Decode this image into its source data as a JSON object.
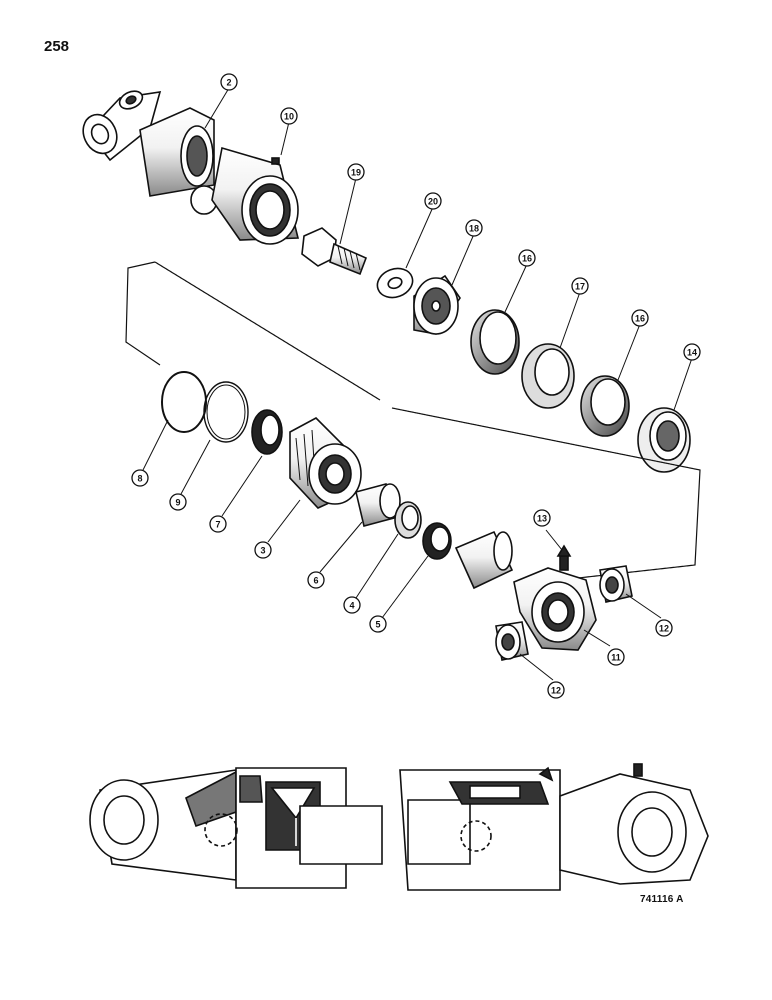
{
  "page_number": "258",
  "figure_code": "741116 A",
  "callouts": [
    {
      "id": "2"
    },
    {
      "id": "10"
    },
    {
      "id": "19"
    },
    {
      "id": "20"
    },
    {
      "id": "18"
    },
    {
      "id": "16a",
      "label": "16"
    },
    {
      "id": "17"
    },
    {
      "id": "16b",
      "label": "16"
    },
    {
      "id": "14"
    },
    {
      "id": "8"
    },
    {
      "id": "9"
    },
    {
      "id": "7"
    },
    {
      "id": "3"
    },
    {
      "id": "6"
    },
    {
      "id": "4"
    },
    {
      "id": "5"
    },
    {
      "id": "13"
    },
    {
      "id": "12a",
      "label": "12"
    },
    {
      "id": "11"
    },
    {
      "id": "12b",
      "label": "12"
    }
  ],
  "callout_labels": {
    "c2": "2",
    "c10": "10",
    "c19": "19",
    "c20": "20",
    "c18": "18",
    "c16a": "16",
    "c17": "17",
    "c16b": "16",
    "c14": "14",
    "c8": "8",
    "c9": "9",
    "c7": "7",
    "c3": "3",
    "c6": "6",
    "c4": "4",
    "c5": "5",
    "c13": "13",
    "c12a": "12",
    "c11": "11",
    "c12b": "12"
  },
  "colors": {
    "ink": "#111111",
    "paper": "#ffffff",
    "shade": "#6a6a6a"
  }
}
